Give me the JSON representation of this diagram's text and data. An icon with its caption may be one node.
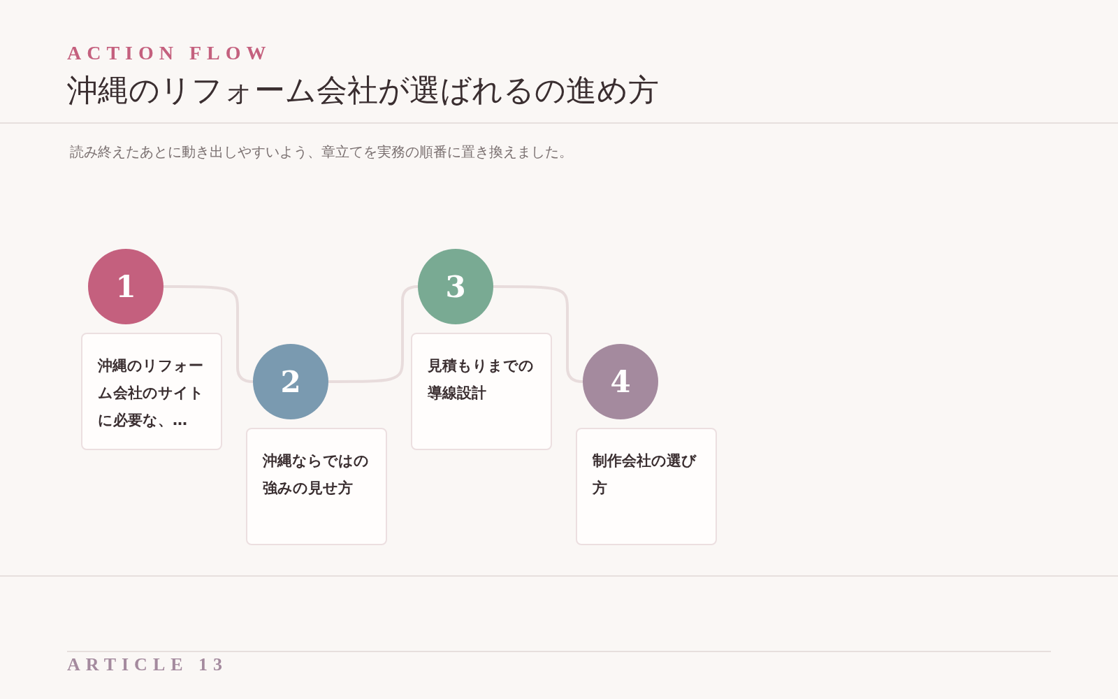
{
  "diagram": {
    "title": "沖縄のリフォーム会社が選ばれるの進め方",
    "nodes": [
      {
        "text": [
          "1"
        ]
      },
      {
        "text": [
          "沖縄のリフォーム会社のサイトに必要な、…"
        ]
      },
      {
        "text": [
          "2"
        ]
      },
      {
        "text": [
          "沖縄ならではの強みの見せ方"
        ]
      },
      {
        "text": [
          "3"
        ]
      },
      {
        "text": [
          "見積もりまでの導線設計"
        ]
      },
      {
        "text": [
          "4"
        ]
      },
      {
        "text": [
          "制作会社の選び方"
        ]
      }
    ],
    "edges": [
      {
        "from": 0,
        "to": 2,
        "arrow": "none"
      },
      {
        "from": 2,
        "to": 4,
        "arrow": "none"
      },
      {
        "from": 4,
        "to": 6,
        "arrow": "none"
      }
    ],
    "labels": [
      "ACTION FLOW",
      "読み終えたあとに動き出しやすいよう、章立てを実務の順番に置き換えました。",
      "ARTICLE 13"
    ]
  }
}
